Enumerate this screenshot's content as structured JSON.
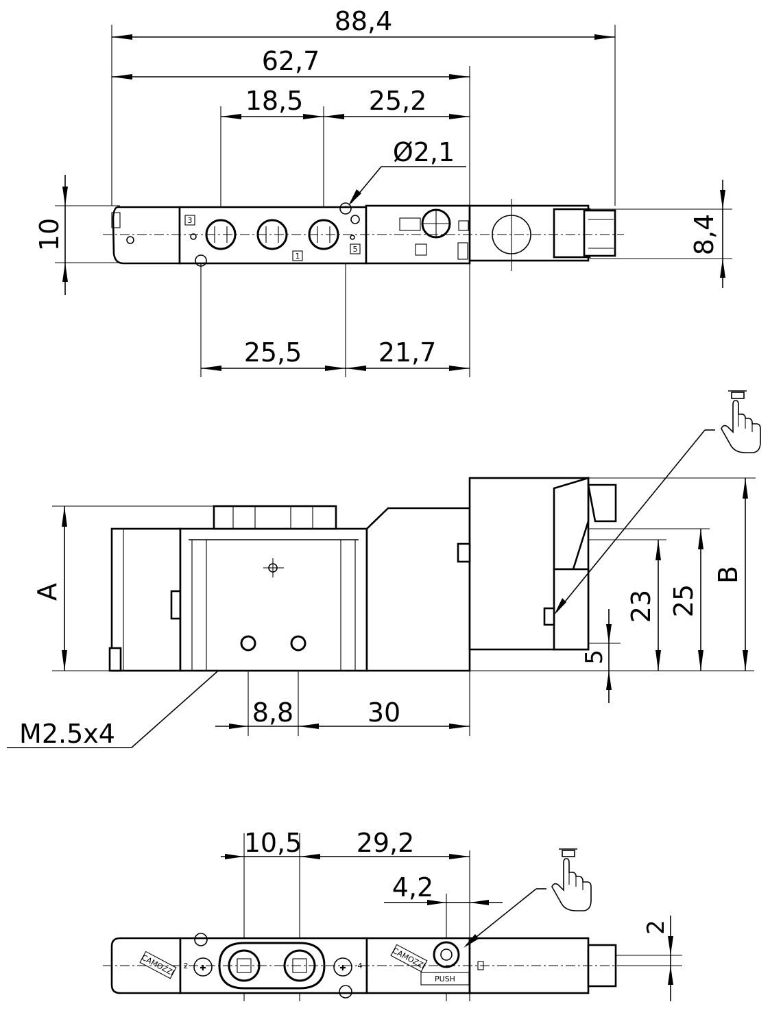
{
  "top_view": {
    "dims": {
      "d_88_4": "88,4",
      "d_62_7": "62,7",
      "d_18_5": "18,5",
      "d_25_2": "25,2",
      "d_phi_2_1": "Ø2,1",
      "d_10": "10",
      "d_8_4": "8,4",
      "d_25_5": "25,5",
      "d_21_7": "21,7"
    },
    "port_labels": {
      "p3": "3",
      "p1": "1",
      "p5": "5"
    }
  },
  "side_view": {
    "dims": {
      "d_A": "A",
      "d_B": "B",
      "d_23": "23",
      "d_25": "25",
      "d_5": "5",
      "d_8_8": "8,8",
      "d_30": "30",
      "d_thread": "M2.5x4"
    },
    "icons": [
      "push-button-hand-icon"
    ]
  },
  "bottom_view": {
    "dims": {
      "d_10_5": "10,5",
      "d_29_2": "29,2",
      "d_4_2": "4,2",
      "d_2": "2"
    },
    "port_labels": {
      "p2": "2",
      "p4": "4"
    },
    "brand": "CAMOZZI",
    "push_text": "PUSH",
    "icons": [
      "push-button-hand-icon"
    ]
  }
}
